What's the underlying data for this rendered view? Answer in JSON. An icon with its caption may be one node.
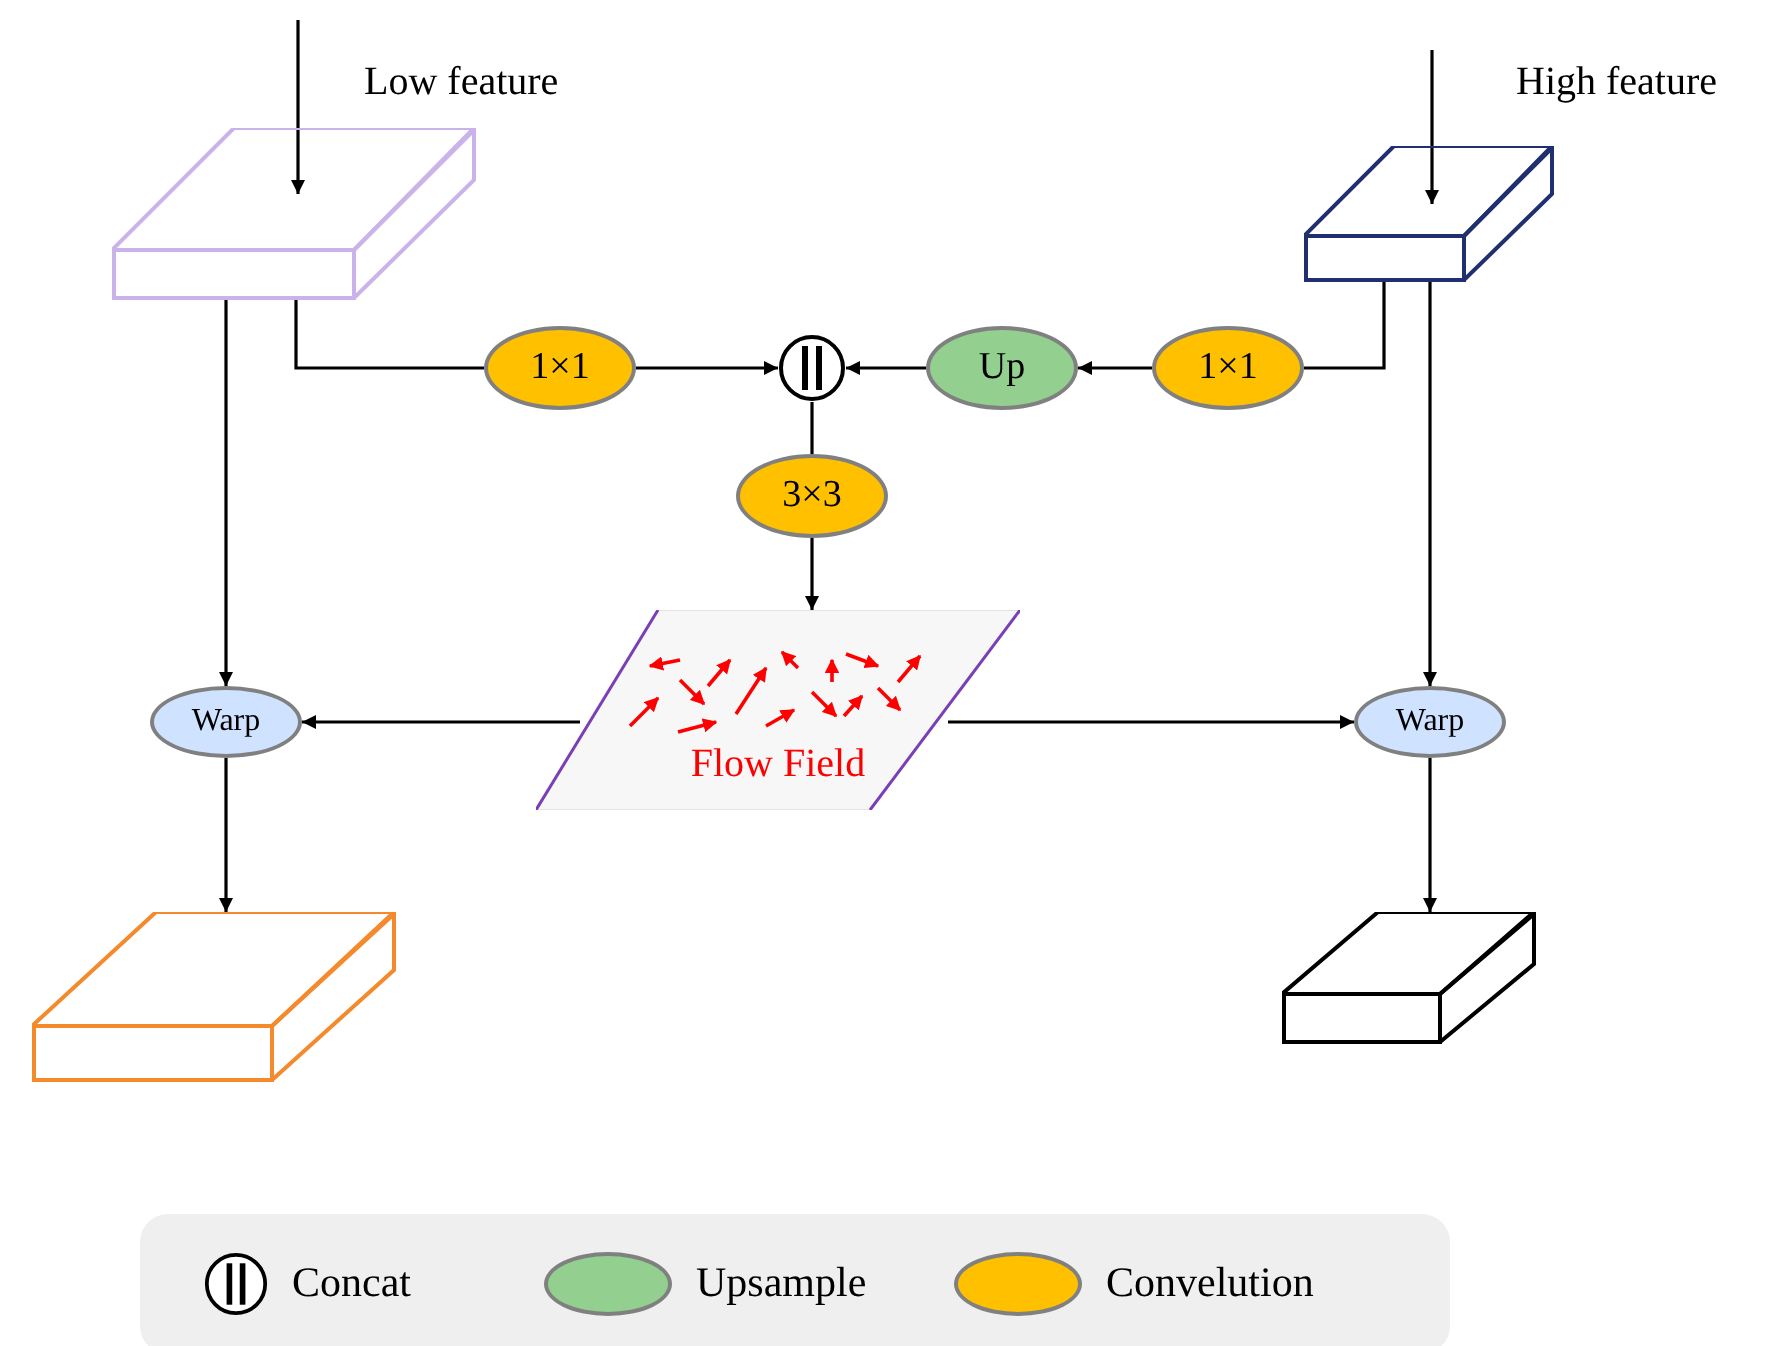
{
  "diagram": {
    "nodes": [
      {
        "text": [],
        "shape": "box",
        "beside": [
          "Low feature"
        ]
      },
      {
        "text": [],
        "shape": "box",
        "beside": [
          "High feature"
        ]
      },
      {
        "text": [
          "1×1"
        ]
      },
      {
        "text": [],
        "shape": "circle"
      },
      {
        "text": [
          "Up"
        ]
      },
      {
        "text": [
          "1×1"
        ]
      },
      {
        "text": [
          "3×3"
        ]
      },
      {
        "text": [
          "Flow Field"
        ]
      },
      {
        "text": [
          "Warp"
        ]
      },
      {
        "text": [
          "Warp"
        ]
      },
      {
        "text": [],
        "shape": "box"
      },
      {
        "text": [],
        "shape": "box"
      }
    ],
    "edges": [
      {
        "from": null,
        "to": 0,
        "arrow": "to"
      },
      {
        "from": null,
        "to": 1,
        "arrow": "to"
      },
      {
        "from": 0,
        "to": 2,
        "arrow": "none"
      },
      {
        "from": 2,
        "to": 3,
        "arrow": "to"
      },
      {
        "from": 5,
        "to": 4,
        "arrow": "to"
      },
      {
        "from": 4,
        "to": 3,
        "arrow": "to"
      },
      {
        "from": 1,
        "to": 5,
        "arrow": "none"
      },
      {
        "from": 3,
        "to": 6,
        "arrow": "none"
      },
      {
        "from": 6,
        "to": 7,
        "arrow": "to"
      },
      {
        "from": 7,
        "to": 8,
        "arrow": "to"
      },
      {
        "from": 7,
        "to": 9,
        "arrow": "to"
      },
      {
        "from": 0,
        "to": 8,
        "arrow": "to"
      },
      {
        "from": 1,
        "to": 9,
        "arrow": "to"
      },
      {
        "from": 8,
        "to": 10,
        "arrow": "to"
      },
      {
        "from": 9,
        "to": 11,
        "arrow": "to"
      }
    ],
    "legend": [
      {
        "text": "Concat"
      },
      {
        "text": "Upsample",
        "color": "#93cf8e"
      },
      {
        "text": "Convelution",
        "color": "#ffc000"
      }
    ]
  }
}
